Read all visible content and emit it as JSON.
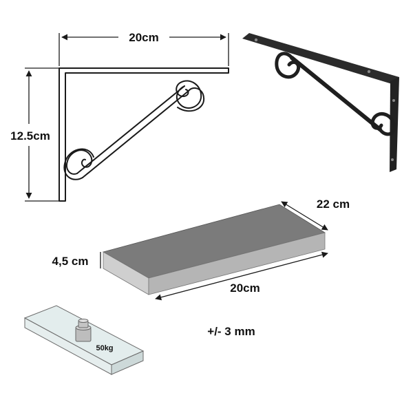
{
  "colors": {
    "outline": "#1a1a1a",
    "dimension": "#1a1a1a",
    "bracket_fill": "#2b2b2b",
    "shelf_top": "#7b7b7b",
    "shelf_front": "#cfcfcf",
    "shelf_side": "#b5b5b5",
    "glass": "#d7e6e6",
    "weight": "#bdbdbd"
  },
  "bracket_drawing": {
    "width_label": "20cm",
    "height_label": "12.5cm"
  },
  "shelf_drawing": {
    "depth_label": "22 cm",
    "thickness_label": "4,5 cm",
    "length_label": "20cm"
  },
  "load_drawing": {
    "weight_label": "50kg"
  },
  "tolerance_label": "+/- 3 mm",
  "icons": [
    "bracket-outline-icon",
    "bracket-photo-icon",
    "shelf-board-icon",
    "glass-shelf-icon",
    "weight-icon"
  ]
}
